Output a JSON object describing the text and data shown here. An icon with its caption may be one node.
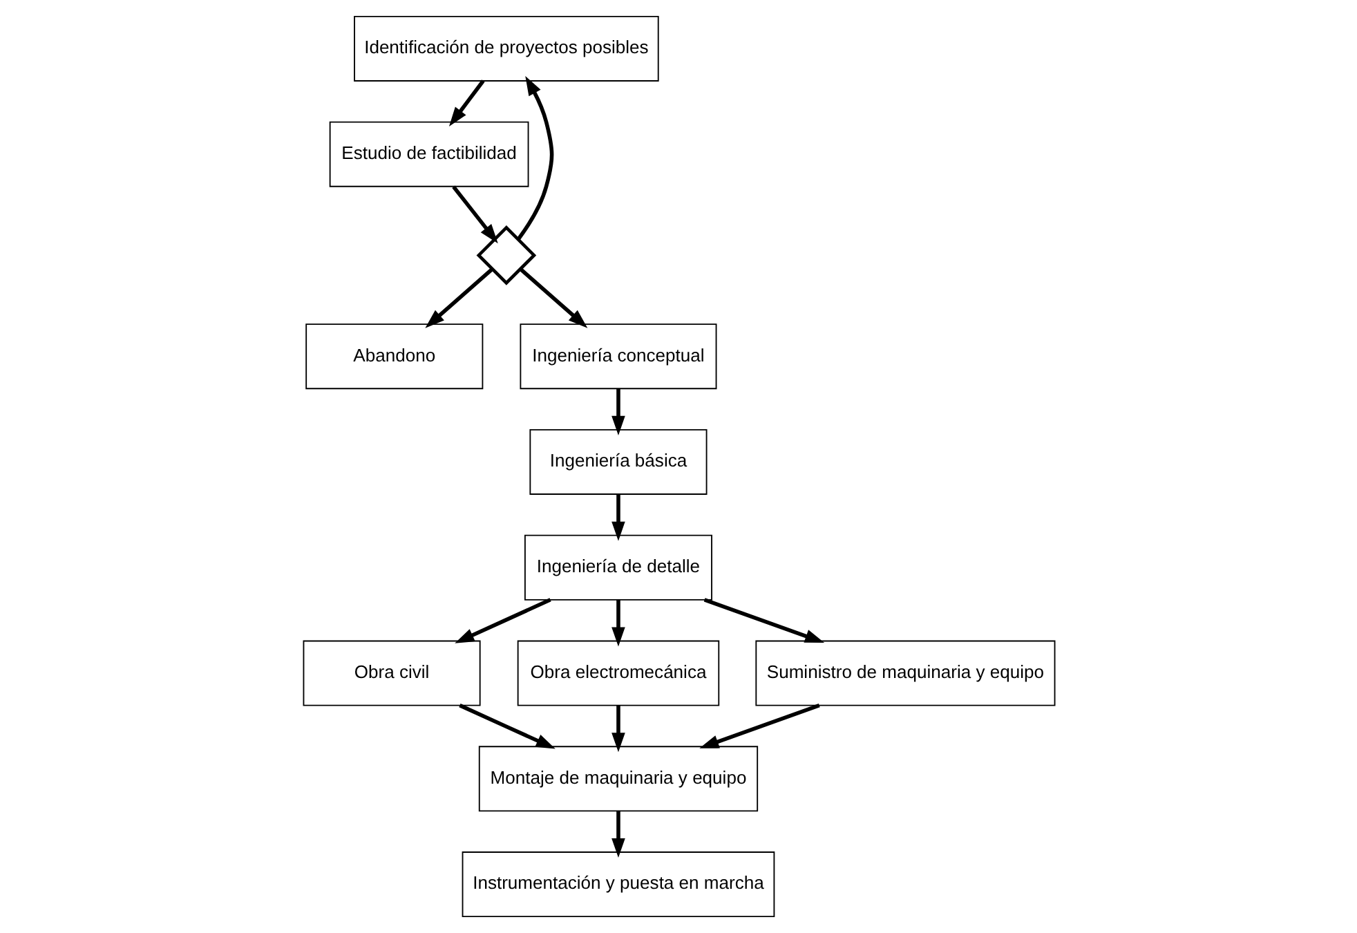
{
  "diagram": {
    "nodes": [
      {
        "text": [
          "Identificación de proyectos posibles"
        ]
      },
      {
        "text": [
          "Estudio de factibilidad"
        ]
      },
      {
        "text": [],
        "shape": "diamond"
      },
      {
        "text": [
          "Abandono"
        ]
      },
      {
        "text": [
          "Ingeniería conceptual"
        ]
      },
      {
        "text": [
          "Ingeniería básica"
        ]
      },
      {
        "text": [
          "Ingeniería de detalle"
        ]
      },
      {
        "text": [
          "Obra civil"
        ]
      },
      {
        "text": [
          "Obra electromecánica"
        ]
      },
      {
        "text": [
          "Suministro de maquinaria y equipo"
        ]
      },
      {
        "text": [
          "Montaje de maquinaria y equipo"
        ]
      },
      {
        "text": [
          "Instrumentación y puesta en marcha"
        ]
      }
    ],
    "edges": [
      {
        "from": 0,
        "to": 1,
        "arrow": "to"
      },
      {
        "from": 1,
        "to": 2,
        "arrow": "to"
      },
      {
        "from": 2,
        "to": 0,
        "arrow": "to"
      },
      {
        "from": 2,
        "to": 3,
        "arrow": "to"
      },
      {
        "from": 2,
        "to": 4,
        "arrow": "to"
      },
      {
        "from": 4,
        "to": 5,
        "arrow": "to"
      },
      {
        "from": 5,
        "to": 6,
        "arrow": "to"
      },
      {
        "from": 6,
        "to": 7,
        "arrow": "to"
      },
      {
        "from": 6,
        "to": 8,
        "arrow": "to"
      },
      {
        "from": 6,
        "to": 9,
        "arrow": "to"
      },
      {
        "from": 7,
        "to": 10,
        "arrow": "to"
      },
      {
        "from": 8,
        "to": 10,
        "arrow": "to"
      },
      {
        "from": 9,
        "to": 10,
        "arrow": "to"
      },
      {
        "from": 10,
        "to": 11,
        "arrow": "to"
      }
    ]
  }
}
